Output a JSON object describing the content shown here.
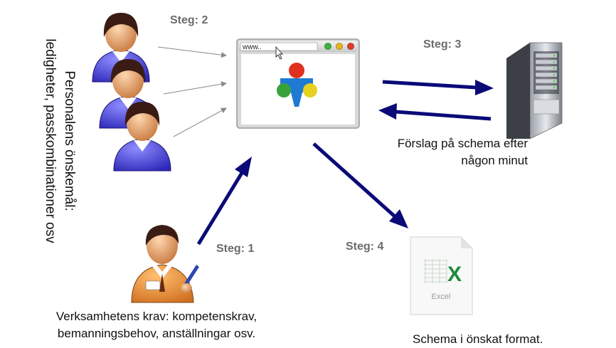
{
  "steps": {
    "step1": "Steg: 1",
    "step2": "Steg: 2",
    "step3": "Steg: 3",
    "step4": "Steg: 4"
  },
  "staff_wishes": {
    "line1": "Personalens önskemål:",
    "line2": "ledigheter, passkombinationer osv"
  },
  "server_caption": {
    "line1": "Förslag på schema efter",
    "line2": "någon minut"
  },
  "business_requirements": {
    "line1": "Verksamhetens krav: kompetenskrav,",
    "line2": "bemanningsbehov, anställningar osv."
  },
  "output_caption": "Schema i önskat format.",
  "browser": {
    "address": "www.."
  },
  "excel_icon": {
    "letter": "X",
    "label": "Excel"
  },
  "colors": {
    "arrow": "#0a0a78",
    "thin_arrow": "#888888",
    "step_text": "#6b6b6b",
    "person_shirt": "#4b46d6",
    "person_skin": "#e0a070",
    "person_hair": "#3a1c14",
    "manager_shirt": "#e08a30",
    "logo_red": "#e0301e",
    "logo_green": "#3aa23a",
    "logo_yellow": "#e6d21e",
    "logo_blue": "#1e7ad2",
    "excel_green": "#1e8a3c"
  }
}
